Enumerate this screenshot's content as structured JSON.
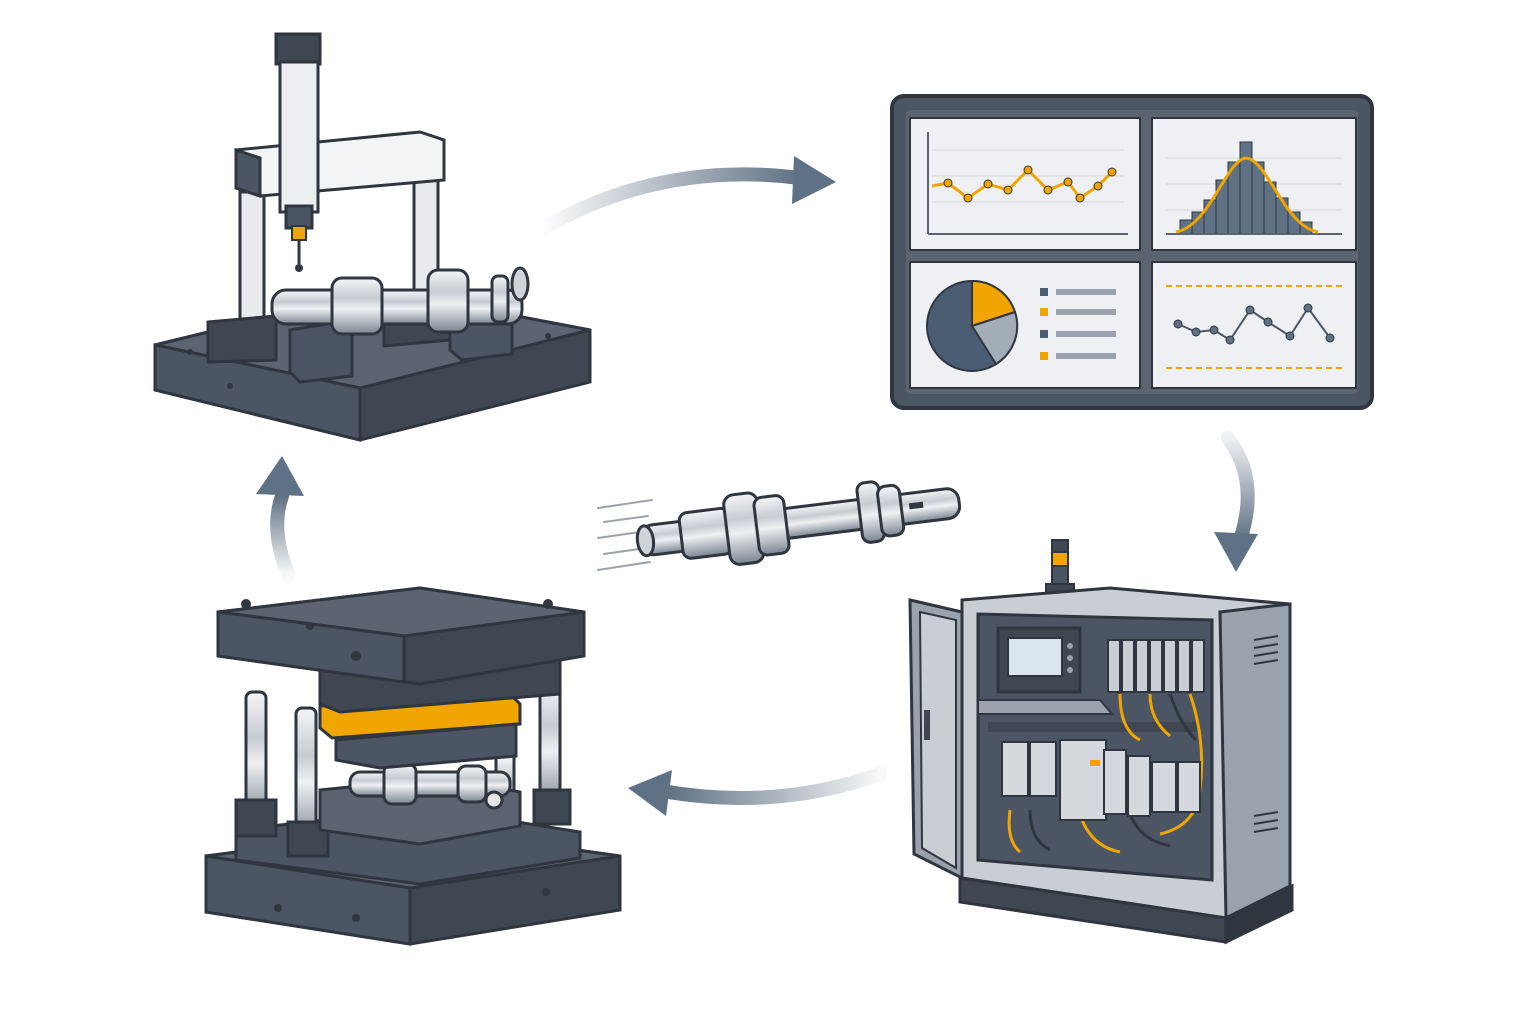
{
  "diagram": {
    "type": "process-cycle",
    "nodes": [
      {
        "id": "measuring-station",
        "icon": "coordinate-measuring-machine-icon"
      },
      {
        "id": "analytics-dashboard",
        "icon": "dashboard-monitor-icon"
      },
      {
        "id": "control-cabinet",
        "icon": "electrical-control-cabinet-icon"
      },
      {
        "id": "stamping-die",
        "icon": "die-press-mold-icon"
      },
      {
        "id": "workpiece",
        "icon": "steel-shaft-icon"
      }
    ],
    "flow": [
      {
        "from": "measuring-station",
        "to": "analytics-dashboard"
      },
      {
        "from": "analytics-dashboard",
        "to": "control-cabinet"
      },
      {
        "from": "control-cabinet",
        "to": "stamping-die"
      },
      {
        "from": "stamping-die",
        "to": "measuring-station"
      }
    ]
  },
  "colors": {
    "steel_dark": "#4b5563",
    "steel_mid": "#6b7280",
    "steel_light": "#d1d5db",
    "accent": "#f0a500",
    "arrow": "#5f7184",
    "screen_bg": "#eef0f3",
    "outline": "#2f3640"
  }
}
